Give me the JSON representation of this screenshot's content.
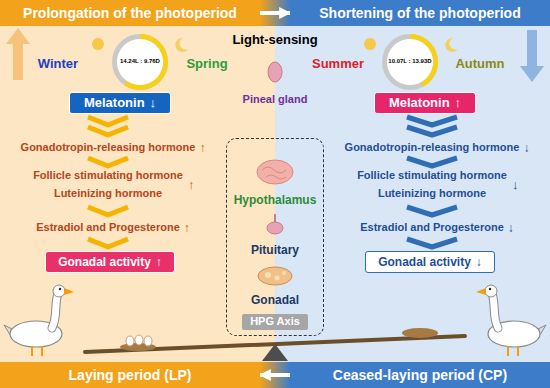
{
  "diagram": {
    "nodes": [
      {
        "text": [
          "Prolongation of the photoperiod"
        ]
      },
      {
        "text": [
          "Shortening of the photoperiod"
        ]
      },
      {
        "text": [
          "14.24L : 9.76D"
        ]
      },
      {
        "text": [
          "10.07L : 13.93D"
        ]
      },
      {
        "text": [
          "Melatonin",
          "↓"
        ]
      },
      {
        "text": [
          "Melatonin",
          "↑"
        ]
      },
      {
        "text": [
          "Hypothalamus",
          "Pituitary",
          "Gonadal"
        ]
      },
      {
        "text": [
          "HPG Axis"
        ],
        "in": 6
      },
      {
        "text": [
          "Gonadal activity",
          "↑"
        ]
      },
      {
        "text": [
          "Gonadal activity",
          "↓"
        ]
      },
      {
        "text": [
          "Laying period (LP)"
        ]
      },
      {
        "text": [
          "Ceased-laying period (CP)"
        ]
      }
    ],
    "edges": [
      {
        "from": 0,
        "to": 1,
        "arrow": "to"
      },
      {
        "from": 11,
        "to": 10,
        "arrow": "to"
      }
    ],
    "labels": [
      "Light-sensing",
      "Winter",
      "Spring",
      "Summer",
      "Autumn",
      "Pineal gland",
      "Gonadotropin-releasing hormone",
      "↑",
      "Follicle stimulating hormone",
      "Luteinizing hormone",
      "↑",
      "Estradiol and Progesterone",
      "↑",
      "Gonadotropin-releasing hormone",
      "↓",
      "Follicle stimulating hormone",
      "Luteinizing hormone",
      "↓",
      "Estradiol and Progesterone",
      "↓"
    ]
  }
}
